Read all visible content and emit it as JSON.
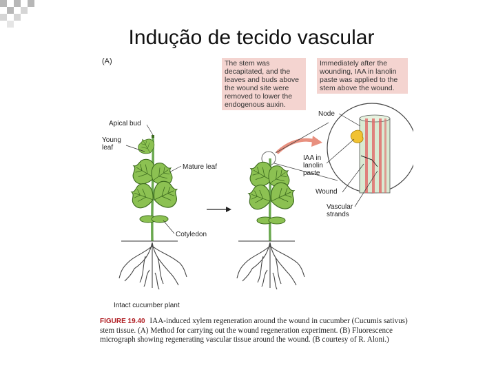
{
  "slide": {
    "title": "Indução de tecido vascular",
    "decoration": "checkerboard-corner"
  },
  "figure": {
    "panel_label": "(A)",
    "note_left": "The stem was decapitated, and the leaves and buds above the wound site were removed to lower the endogenous auxin.",
    "note_right": "Immediately after the wounding, IAA in lanolin paste was applied to the stem above the wound.",
    "labels": {
      "apical_bud": "Apical bud",
      "young_leaf_1": "Young",
      "young_leaf_2": "leaf",
      "mature_leaf": "Mature leaf",
      "cotyledon": "Cotyledon",
      "intact_plant": "Intact cucumber plant",
      "node": "Node",
      "iaa_1": "IAA in",
      "iaa_2": "lanolin",
      "iaa_3": "paste",
      "wound": "Wound",
      "vascular_1": "Vascular",
      "vascular_2": "strands"
    },
    "caption": {
      "number": "FIGURE 19.40",
      "text": "IAA-induced xylem regeneration around the wound in cucumber (Cucumis sativus) stem tissue. (A) Method for carrying out the wound regeneration experiment. (B) Fluorescence micrograph showing regenerating vascular tissue around the wound. (B courtesy of R. Aloni.)"
    },
    "colors": {
      "note_bg": "#f4d4d0",
      "leaf": "#8cc152",
      "leaf_vein": "#3d6b1f",
      "stem": "#6aa84f",
      "arrow": "#e8907f",
      "figure_number": "#b01e23"
    }
  }
}
